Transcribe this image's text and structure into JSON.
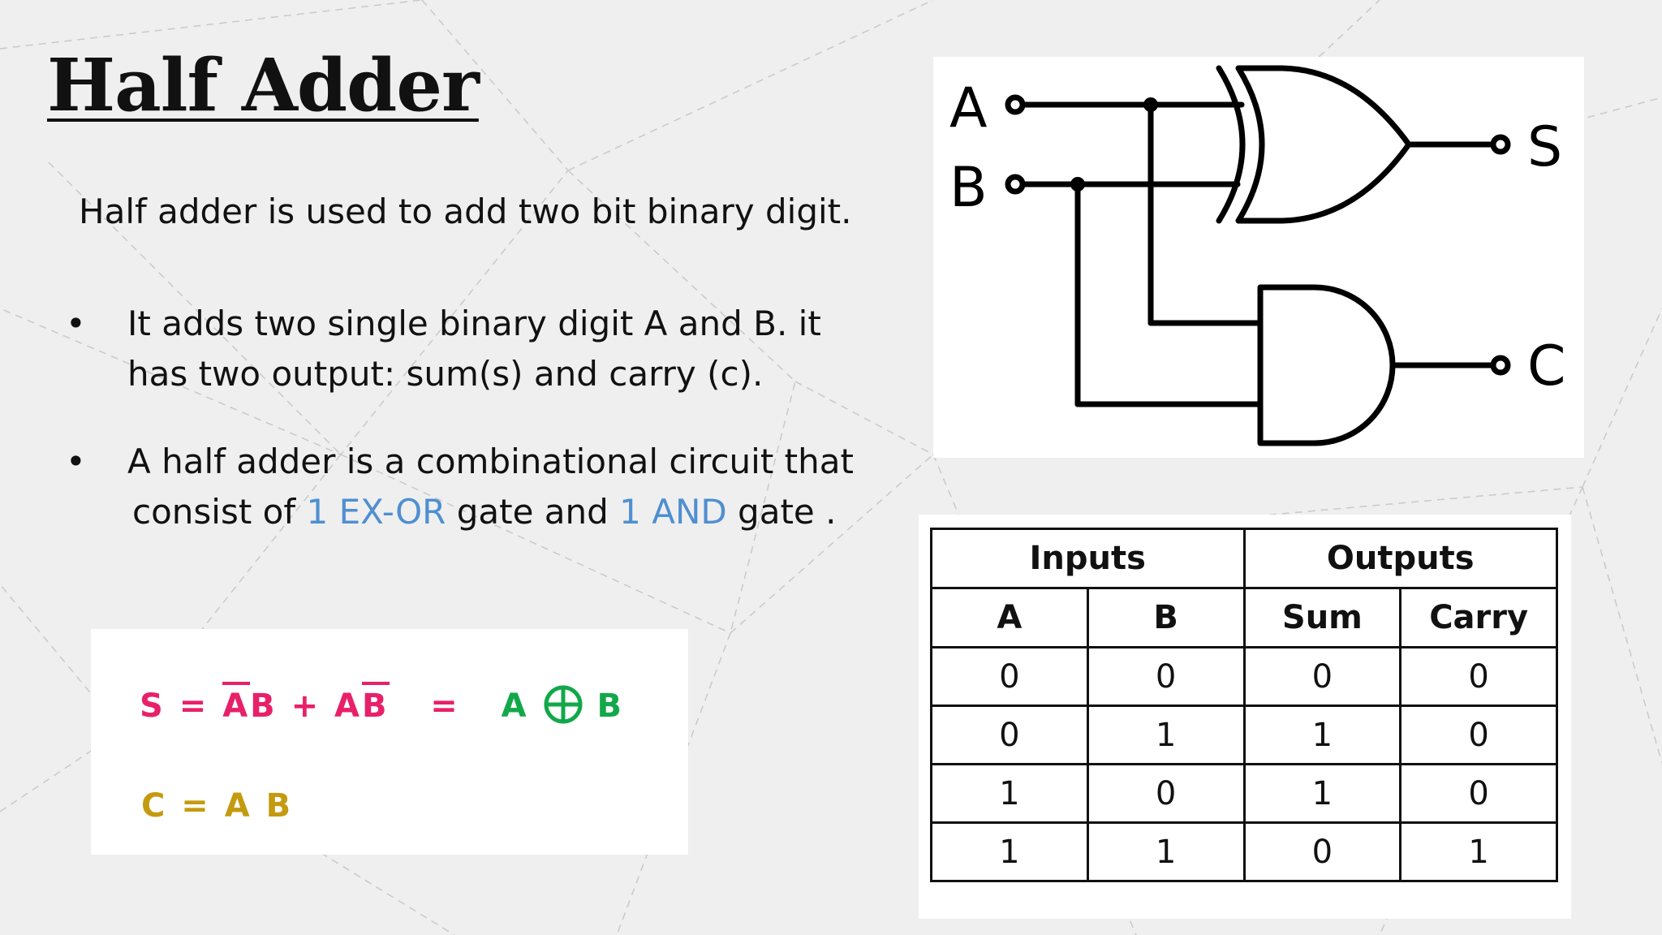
{
  "slide": {
    "title": "Half Adder",
    "intro": "Half adder is used to add two bit binary digit.",
    "bullets": [
      {
        "symbol": "•",
        "line1": "It adds two single binary digit A and B. it",
        "line2": "has two output: sum(s) and carry (c)."
      },
      {
        "symbol": "•",
        "line1": "A half adder is a combinational circuit that",
        "line2_pre": "consist of ",
        "hl1": "1 EX-OR",
        "mid": " gate and ",
        "hl2": "1 AND",
        "post": " gate ."
      }
    ]
  },
  "formula": {
    "s_label": "S =",
    "s_term1a": "A",
    "s_term1b": "B",
    "s_plus": "+",
    "s_term2a": "A",
    "s_term2b": "B",
    "s_eq": "=",
    "s_res_a": "A",
    "s_res_b": "B",
    "c_eq": "C = A B",
    "colors": {
      "sum": "#e8206a",
      "xor": "#12a84a",
      "carry": "#c49a0f"
    }
  },
  "circuit": {
    "input_a": "A",
    "input_b": "B",
    "output_s": "S",
    "output_c": "C",
    "gates": [
      "xor-gate",
      "and-gate"
    ]
  },
  "truth_table": {
    "group_headers": [
      "Inputs",
      "Outputs"
    ],
    "columns": [
      "A",
      "B",
      "Sum",
      "Carry"
    ],
    "rows": [
      [
        "0",
        "0",
        "0",
        "0"
      ],
      [
        "0",
        "1",
        "1",
        "0"
      ],
      [
        "1",
        "0",
        "1",
        "0"
      ],
      [
        "1",
        "1",
        "0",
        "1"
      ]
    ]
  }
}
